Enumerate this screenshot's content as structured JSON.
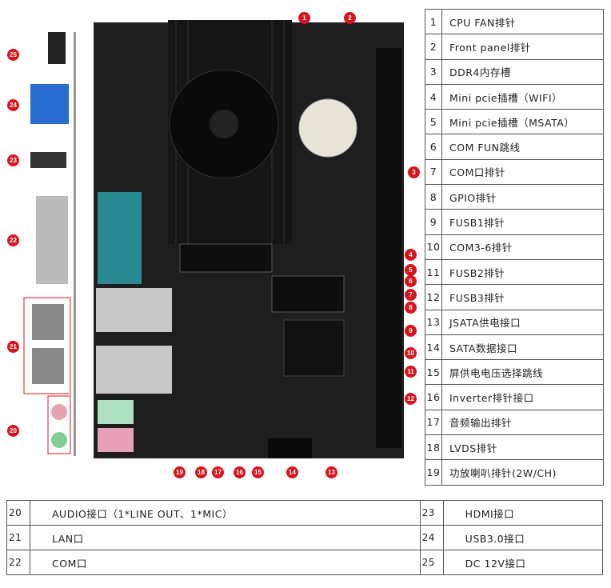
{
  "right_table": [
    {
      "n": "1",
      "label": "CPU FAN排针"
    },
    {
      "n": "2",
      "label": "Front panel排针"
    },
    {
      "n": "3",
      "label": "DDR4内存槽"
    },
    {
      "n": "4",
      "label": "Mini pcie插槽（WIFI）"
    },
    {
      "n": "5",
      "label": "Mini pcie插槽（MSATA）"
    },
    {
      "n": "6",
      "label": "COM FUN跳线"
    },
    {
      "n": "7",
      "label": "COM口排针"
    },
    {
      "n": "8",
      "label": "GPIO排针"
    },
    {
      "n": "9",
      "label": "FUSB1排针"
    },
    {
      "n": "10",
      "label": "COM3-6排针"
    },
    {
      "n": "11",
      "label": "FUSB2排针"
    },
    {
      "n": "12",
      "label": "FUSB3排针"
    },
    {
      "n": "13",
      "label": "JSATA供电接口"
    },
    {
      "n": "14",
      "label": "SATA数据接口"
    },
    {
      "n": "15",
      "label": "屏供电电压选择跳线"
    },
    {
      "n": "16",
      "label": "Inverter排针接口"
    },
    {
      "n": "17",
      "label": "音频输出排针"
    },
    {
      "n": "18",
      "label": "LVDS排针"
    },
    {
      "n": "19",
      "label": "功放喇叭排针(2W/CH)"
    }
  ],
  "bottom_table": [
    [
      {
        "n": "20",
        "label": "AUDIO接口（1*LINE OUT、1*MIC）"
      },
      {
        "n": "23",
        "label": "HDMI接口"
      }
    ],
    [
      {
        "n": "21",
        "label": "LAN口"
      },
      {
        "n": "24",
        "label": "USB3.0接口"
      }
    ],
    [
      {
        "n": "22",
        "label": "COM口"
      },
      {
        "n": "25",
        "label": "DC 12V接口"
      }
    ]
  ],
  "markers": [
    "1",
    "2",
    "3",
    "4",
    "5",
    "6",
    "7",
    "8",
    "9",
    "10",
    "11",
    "12",
    "13",
    "14",
    "15",
    "16",
    "17",
    "18",
    "19",
    "20",
    "21",
    "22",
    "23",
    "24",
    "25"
  ],
  "colors": {
    "marker": "#d8141c",
    "board": "#1e1e1e",
    "com_port": "#2a8a94"
  }
}
